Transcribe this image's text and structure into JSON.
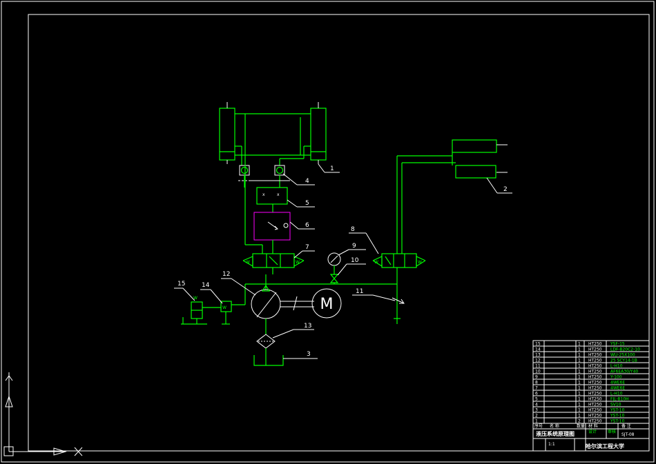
{
  "labels": {
    "l1": "1",
    "l2": "2",
    "l3": "3",
    "l4": "4",
    "l5": "5",
    "l6": "6",
    "l7": "7",
    "l8": "8",
    "l9": "9",
    "l10": "10",
    "l11": "11",
    "l12": "12",
    "l13": "13",
    "l14": "14",
    "l15": "15"
  },
  "motor_symbol": "M",
  "title_block": {
    "rows": [
      {
        "no": "15",
        "qty": "1",
        "mat": "HT250",
        "code": "YSF-15"
      },
      {
        "no": "14",
        "qty": "1",
        "mat": "HT250",
        "code": "LDF-B20C2-10"
      },
      {
        "no": "13",
        "qty": "1",
        "mat": "HT250",
        "code": "WU-25X100"
      },
      {
        "no": "12",
        "qty": "1",
        "mat": "HT250",
        "code": "25 SCY14-1B"
      },
      {
        "no": "11",
        "qty": "1",
        "mat": "HT250",
        "code": "L-H10"
      },
      {
        "no": "10",
        "qty": "1",
        "mat": "HT250",
        "code": "AF6EA30/Y40"
      },
      {
        "no": "9",
        "qty": "1",
        "mat": "HT250",
        "code": "Y-100"
      },
      {
        "no": "8",
        "qty": "1",
        "mat": "HT250",
        "code": "4WE6E"
      },
      {
        "no": "7",
        "qty": "1",
        "mat": "HT250",
        "code": "4WE6E"
      },
      {
        "no": "6",
        "qty": "1",
        "mat": "HT250",
        "code": "L-H10"
      },
      {
        "no": "5",
        "qty": "1",
        "mat": "HT250",
        "code": "FJL-B10H"
      },
      {
        "no": "4",
        "qty": "1",
        "mat": "HT250",
        "code": "SV10"
      },
      {
        "no": "3",
        "qty": "1",
        "mat": "HT250",
        "code": "YST-10"
      },
      {
        "no": "2",
        "qty": "1",
        "mat": "HT250",
        "code": "YST-10"
      },
      {
        "no": "1",
        "qty": "2",
        "mat": "HT250",
        "code": "YST-10"
      }
    ],
    "header": {
      "no": "序号",
      "name": "名 称",
      "qty": "数量",
      "mat": "材 料",
      "code": "备 注"
    },
    "drawing_no": "SJT-08",
    "drawing_title": "液压系统原理图",
    "scale": "1:1",
    "school": "哈尔滨工程大学",
    "designer_label": "设计",
    "checker_label": "审核"
  }
}
